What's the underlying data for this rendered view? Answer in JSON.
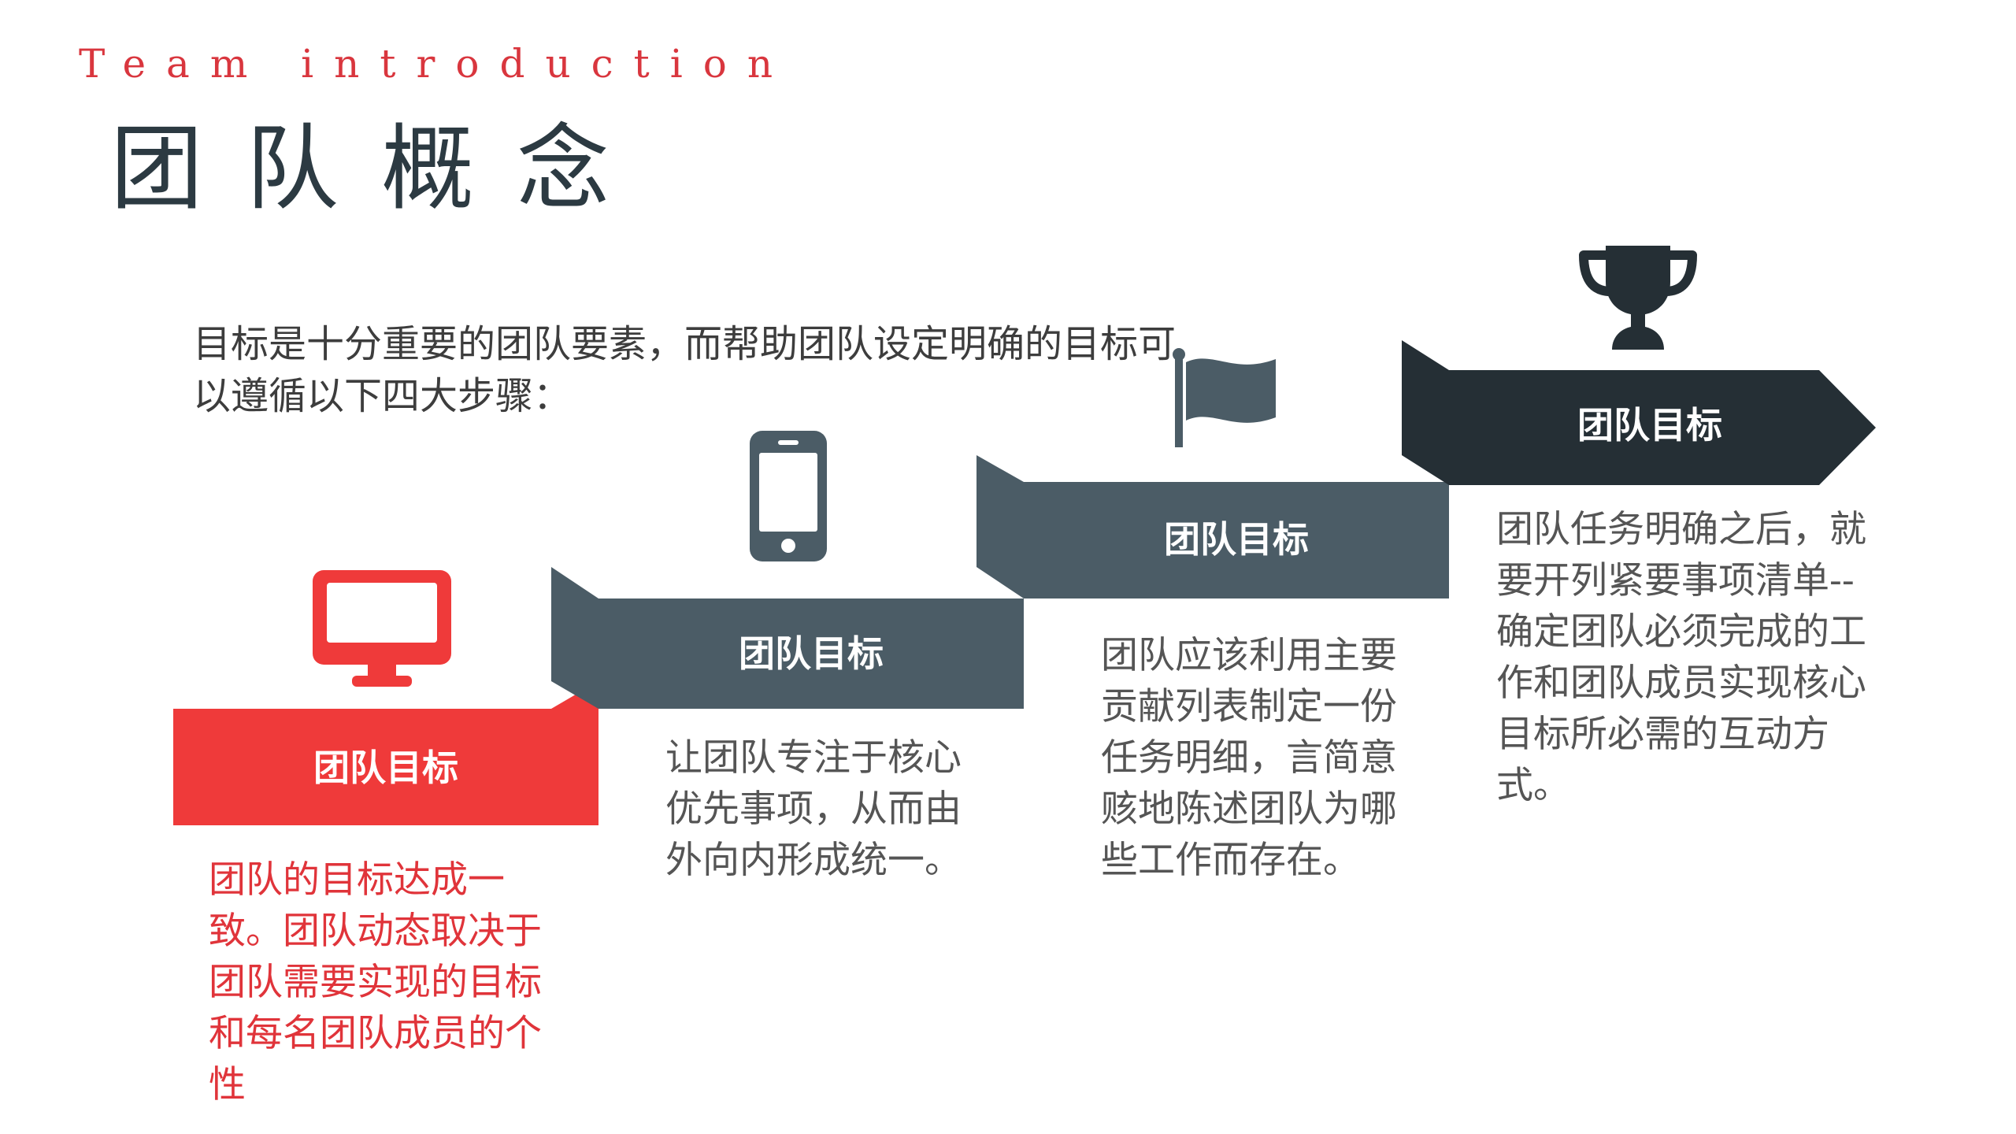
{
  "header": {
    "subtitle_en": "Team introduction",
    "title_cn": "团队概念"
  },
  "intro": "目标是十分重要的团队要素，而帮助团队设定明确的目标可以遵循以下四大步骤：",
  "colors": {
    "accent_red": "#ef3a3a",
    "slate": "#4b5c66",
    "dark": "#252f35",
    "desc_red": "#e0343a",
    "desc_gray": "#555555"
  },
  "steps": [
    {
      "label": "团队目标",
      "icon": "monitor-icon",
      "description": "团队的目标达成一致。团队动态取决于团队需要实现的目标和每名团队成员的个性"
    },
    {
      "label": "团队目标",
      "icon": "smartphone-icon",
      "description": "让团队专注于核心优先事项，从而由外向内形成统一。"
    },
    {
      "label": "团队目标",
      "icon": "flag-icon",
      "description": "团队应该利用主要贡献列表制定一份任务明细，言简意赅地陈述团队为哪些工作而存在。"
    },
    {
      "label": "团队目标",
      "icon": "trophy-icon",
      "description": "团队任务明确之后，就要开列紧要事项清单--确定团队必须完成的工作和团队成员实现核心目标所必需的互动方式。"
    }
  ]
}
